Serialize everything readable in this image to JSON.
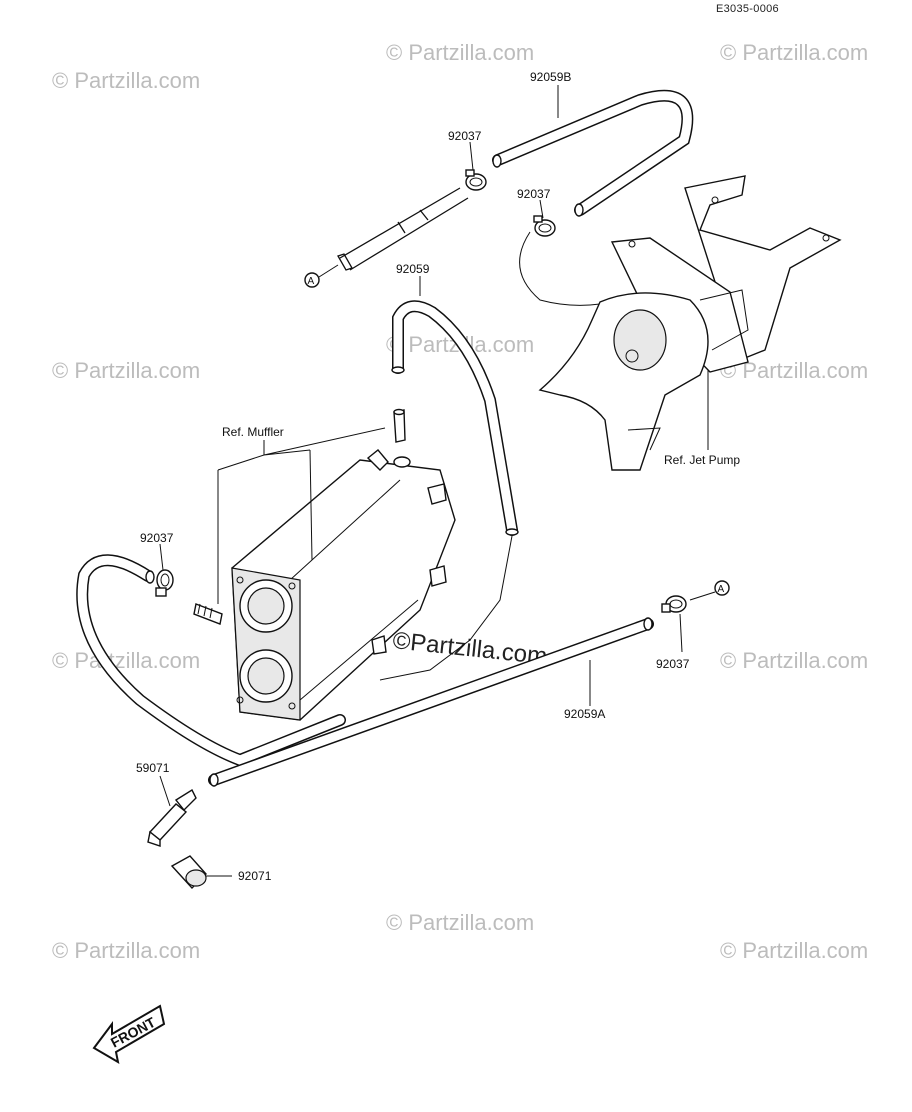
{
  "diagram_code": "E3035-0006",
  "watermark": {
    "text": "© Partzilla.com",
    "center_text": "©Partzilla.com"
  },
  "labels": {
    "hose_92059b": "92059B",
    "clamp_top_left": "92037",
    "clamp_top_right": "92037",
    "hose_92059": "92059",
    "ref_muffler": "Ref. Muffler",
    "ref_jet_pump": "Ref. Jet Pump",
    "clamp_left": "92037",
    "clamp_right": "92037",
    "hose_92059a": "92059A",
    "fitting_59071": "59071",
    "cap_92071": "92071",
    "marker_a_top": "A",
    "marker_a_right": "A",
    "front": "FRONT"
  }
}
